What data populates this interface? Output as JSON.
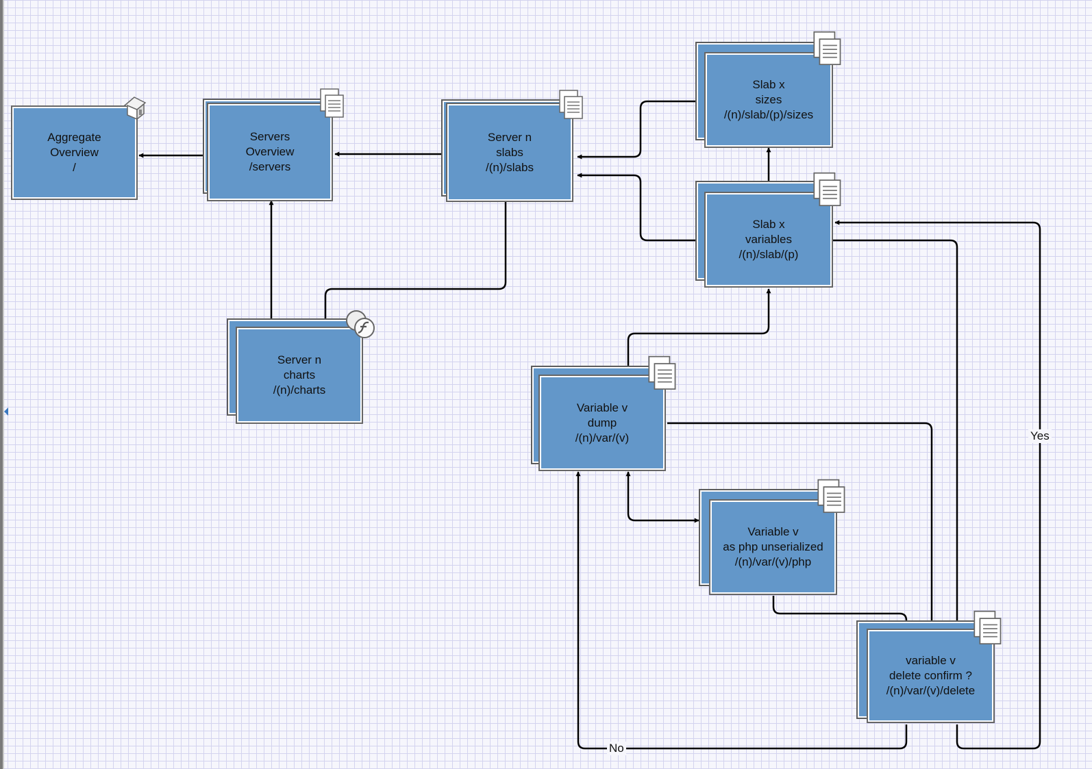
{
  "diagram": {
    "nodes": [
      {
        "id": "aggregate-overview",
        "icon": "home-icon",
        "stacked": false,
        "lines": [
          "Aggregate",
          "Overview",
          "/"
        ]
      },
      {
        "id": "servers-overview",
        "icon": "document-stack-icon",
        "stacked": true,
        "lines": [
          "Servers",
          "Overview",
          "/servers"
        ]
      },
      {
        "id": "server-slabs",
        "icon": "document-stack-icon",
        "stacked": true,
        "lines": [
          "Server n",
          "slabs",
          "/(n)/slabs"
        ]
      },
      {
        "id": "slab-sizes",
        "icon": "document-stack-icon",
        "stacked": true,
        "lines": [
          "Slab x",
          "sizes",
          "/(n)/slab/(p)/sizes"
        ]
      },
      {
        "id": "slab-variables",
        "icon": "document-stack-icon",
        "stacked": true,
        "lines": [
          "Slab x",
          "variables",
          "/(n)/slab/(p)"
        ]
      },
      {
        "id": "server-charts",
        "icon": "flash-icon",
        "stacked": true,
        "lines": [
          "Server n",
          "charts",
          "/(n)/charts"
        ]
      },
      {
        "id": "variable-dump",
        "icon": "document-stack-icon",
        "stacked": true,
        "lines": [
          "Variable v",
          "dump",
          "/(n)/var/(v)"
        ]
      },
      {
        "id": "variable-php",
        "icon": "document-stack-icon",
        "stacked": true,
        "lines": [
          "Variable v",
          "as php unserialized",
          "/(n)/var/(v)/php"
        ]
      },
      {
        "id": "variable-delete",
        "icon": "document-stack-icon",
        "stacked": true,
        "lines": [
          "variable v",
          "delete confirm ?",
          "/(n)/var/(v)/delete"
        ]
      }
    ],
    "edges": [
      {
        "from": "aggregate-overview",
        "to": "servers-overview",
        "bidirectional": true,
        "label": ""
      },
      {
        "from": "servers-overview",
        "to": "server-slabs",
        "bidirectional": true,
        "label": ""
      },
      {
        "from": "servers-overview",
        "to": "server-charts",
        "bidirectional": true,
        "label": ""
      },
      {
        "from": "server-slabs",
        "to": "server-charts",
        "bidirectional": true,
        "label": ""
      },
      {
        "from": "server-slabs",
        "to": "slab-sizes",
        "bidirectional": true,
        "label": ""
      },
      {
        "from": "server-slabs",
        "to": "slab-variables",
        "bidirectional": true,
        "label": ""
      },
      {
        "from": "slab-sizes",
        "to": "slab-variables",
        "bidirectional": true,
        "label": ""
      },
      {
        "from": "slab-variables",
        "to": "variable-dump",
        "bidirectional": true,
        "label": ""
      },
      {
        "from": "slab-variables",
        "to": "variable-delete",
        "bidirectional": false,
        "label": ""
      },
      {
        "from": "variable-dump",
        "to": "variable-php",
        "bidirectional": true,
        "label": ""
      },
      {
        "from": "variable-dump",
        "to": "variable-delete",
        "bidirectional": false,
        "label": ""
      },
      {
        "from": "variable-php",
        "to": "variable-delete",
        "bidirectional": false,
        "label": ""
      },
      {
        "from": "variable-delete",
        "to": "variable-dump",
        "bidirectional": false,
        "label": "No"
      },
      {
        "from": "variable-delete",
        "to": "slab-variables",
        "bidirectional": false,
        "label": "Yes"
      }
    ],
    "colors": {
      "node_fill": "#6397c9",
      "node_border": "#666666",
      "edge": "#000000",
      "grid": "#d3d3ef",
      "background": "#f6f6fc"
    }
  }
}
